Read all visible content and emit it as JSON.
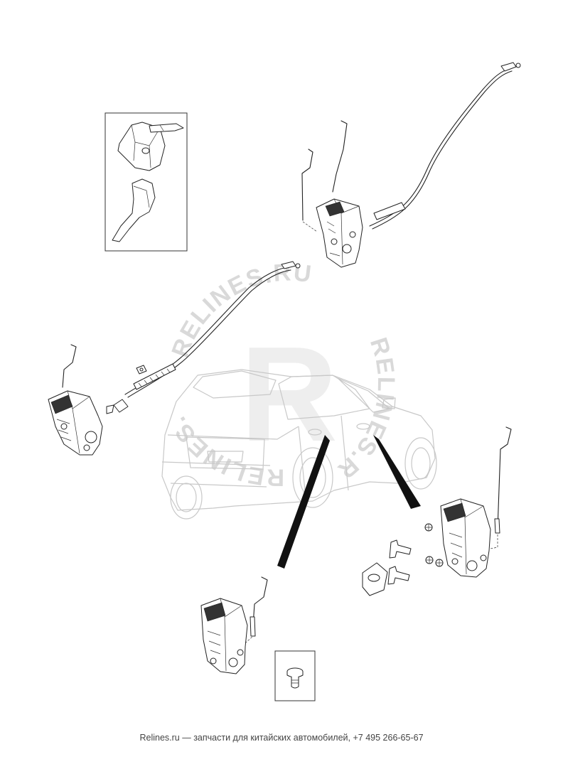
{
  "watermark": {
    "brand": "RELINES.RU",
    "logo_letter": "R"
  },
  "footer": {
    "site": "Relines.ru",
    "text": " — запчасти для китайских автомобилей, +7 495 266-65-67"
  }
}
